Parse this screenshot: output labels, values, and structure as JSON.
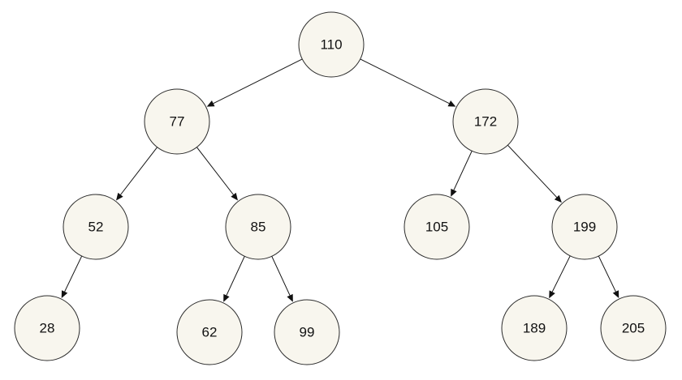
{
  "tree": {
    "nodes": [
      {
        "id": "n110",
        "label": "110"
      },
      {
        "id": "n77",
        "label": "77"
      },
      {
        "id": "n172",
        "label": "172"
      },
      {
        "id": "n52",
        "label": "52"
      },
      {
        "id": "n85",
        "label": "85"
      },
      {
        "id": "n105",
        "label": "105"
      },
      {
        "id": "n199",
        "label": "199"
      },
      {
        "id": "n28",
        "label": "28"
      },
      {
        "id": "n62",
        "label": "62"
      },
      {
        "id": "n99",
        "label": "99"
      },
      {
        "id": "n189",
        "label": "189"
      },
      {
        "id": "n205",
        "label": "205"
      }
    ],
    "edges": [
      {
        "from": "n110",
        "to": "n77"
      },
      {
        "from": "n110",
        "to": "n172"
      },
      {
        "from": "n77",
        "to": "n52"
      },
      {
        "from": "n77",
        "to": "n85"
      },
      {
        "from": "n172",
        "to": "n105"
      },
      {
        "from": "n172",
        "to": "n199"
      },
      {
        "from": "n52",
        "to": "n28"
      },
      {
        "from": "n85",
        "to": "n62"
      },
      {
        "from": "n85",
        "to": "n99"
      },
      {
        "from": "n199",
        "to": "n189"
      },
      {
        "from": "n199",
        "to": "n205"
      }
    ],
    "colors": {
      "node_fill": "#f8f6ee",
      "node_stroke": "#2d2d2d",
      "edge": "#111111",
      "text": "#111111"
    }
  }
}
